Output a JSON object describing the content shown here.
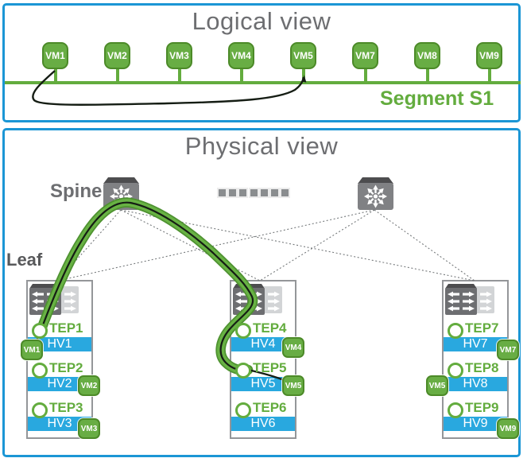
{
  "logical": {
    "title": "Logical view",
    "segment_label": "Segment S1",
    "vms": [
      "VM1",
      "VM2",
      "VM3",
      "VM4",
      "VM5",
      "VM7",
      "VM8",
      "VM9"
    ]
  },
  "physical": {
    "title": "Physical view",
    "spine_label": "Spine",
    "leaf_label": "Leaf",
    "spine_count": 2,
    "ellipsis_dot_count": 7,
    "racks": [
      {
        "hosts": [
          {
            "tep": "TEP1",
            "hv": "HV1",
            "vm": "VM1",
            "vm_side": "left"
          },
          {
            "tep": "TEP2",
            "hv": "HV2",
            "vm": "VM2",
            "vm_side": "right"
          },
          {
            "tep": "TEP3",
            "hv": "HV3",
            "vm": "VM3",
            "vm_side": "right"
          }
        ]
      },
      {
        "hosts": [
          {
            "tep": "TEP4",
            "hv": "HV4",
            "vm": "VM4",
            "vm_side": "right"
          },
          {
            "tep": "TEP5",
            "hv": "HV5",
            "vm": "VM5",
            "vm_side": "right"
          },
          {
            "tep": "TEP6",
            "hv": "HV6",
            "vm": null,
            "vm_side": null
          }
        ]
      },
      {
        "hosts": [
          {
            "tep": "TEP7",
            "hv": "HV7",
            "vm": "VM7",
            "vm_side": "right"
          },
          {
            "tep": "TEP8",
            "hv": "HV8",
            "vm": "VM5",
            "vm_side": "left"
          },
          {
            "tep": "TEP9",
            "hv": "HV9",
            "vm": "VM9",
            "vm_side": "right"
          }
        ]
      }
    ]
  },
  "colors": {
    "panel_border_blue": "#1b96d5",
    "hv_bar_blue": "#29a8df",
    "vm_badge_green": "#68ad44",
    "vm_badge_border_green": "#4c8a28",
    "segment_green": "#63ac3e",
    "title_gray": "#6d6e71",
    "switch_gray": "#808184",
    "tunnel_path_green": "#68b244",
    "tunnel_core_black": "#151d14"
  }
}
